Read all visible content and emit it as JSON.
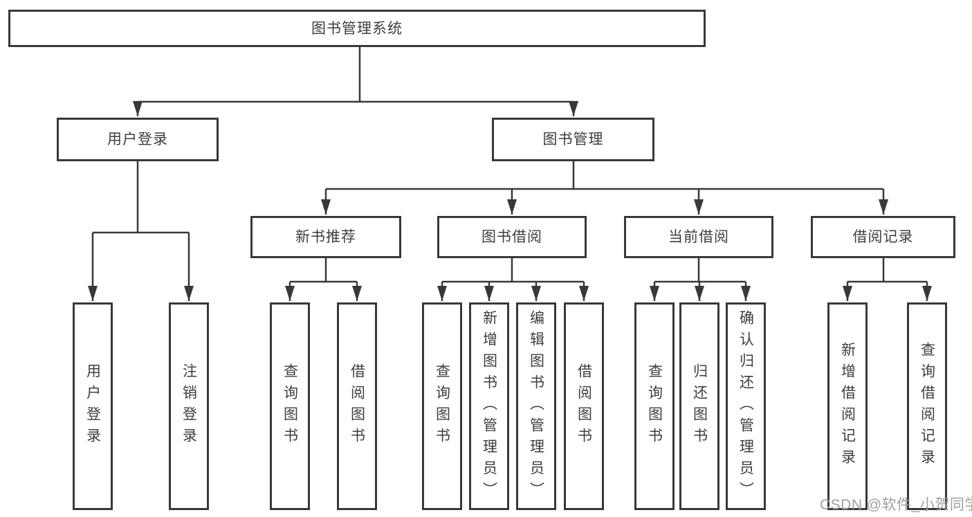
{
  "diagram": {
    "root": "图书管理系统",
    "user_login": {
      "label": "用户登录",
      "children": [
        "用户登录",
        "注销登录"
      ]
    },
    "book_mgmt": {
      "label": "图书管理",
      "sections": [
        {
          "label": "新书推荐",
          "children": [
            "查询图书",
            "借阅图书"
          ]
        },
        {
          "label": "图书借阅",
          "children": [
            "查询图书",
            "新增图书（管理员）",
            "编辑图书（管理员）",
            "借阅图书"
          ]
        },
        {
          "label": "当前借阅",
          "children": [
            "查询图书",
            "归还图书",
            "确认归还（管理员）"
          ]
        },
        {
          "label": "借阅记录",
          "children": [
            "新增借阅记录",
            "查询借阅记录"
          ]
        }
      ]
    }
  },
  "watermark": "CSDN @软件_小贺同学",
  "colors": {
    "line": "#383838",
    "box_border": "#383838",
    "text": "#3d3d3d",
    "watermark_text": "#9f9f9f",
    "background": "#ffffff"
  }
}
